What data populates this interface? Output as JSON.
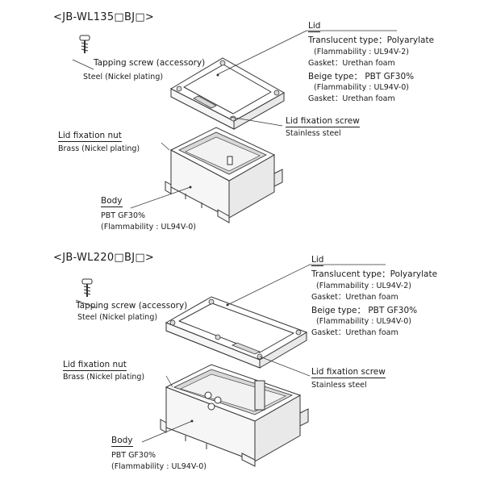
{
  "sections": [
    {
      "title": "<JB-WL135□BJ□>",
      "lid": "Lid",
      "lid_translucent": "Translucent type：Polyarylate",
      "lid_translucent_flam": "(Flammability : UL94V-2)",
      "lid_translucent_gasket": "Gasket：Urethan foam",
      "lid_beige": "Beige type： PBT GF30%",
      "lid_beige_flam": "(Flammability : UL94V-0)",
      "lid_beige_gasket": "Gasket：Urethan foam",
      "tapping_screw": "Tapping screw (accessory)",
      "tapping_screw_mat": "Steel (Nickel plating)",
      "lid_fix_screw": "Lid fixation screw",
      "lid_fix_screw_mat": "Stainless steel",
      "lid_fix_nut": "Lid fixation nut",
      "lid_fix_nut_mat": "Brass (Nickel plating)",
      "body": "Body",
      "body_mat": "PBT GF30%",
      "body_flam": "(Flammability : UL94V-0)"
    },
    {
      "title": "<JB-WL220□BJ□>",
      "lid": "Lid",
      "lid_translucent": "Translucent type：Polyarylate",
      "lid_translucent_flam": "(Flammability : UL94V-2)",
      "lid_translucent_gasket": "Gasket：Urethan foam",
      "lid_beige": "Beige type： PBT GF30%",
      "lid_beige_flam": "(Flammability : UL94V-0)",
      "lid_beige_gasket": "Gasket：Urethan foam",
      "tapping_screw": "Tapping screw (accessory)",
      "tapping_screw_mat": "Steel (Nickel plating)",
      "lid_fix_screw": "Lid fixation screw",
      "lid_fix_screw_mat": "Stainless steel",
      "lid_fix_nut": "Lid fixation nut",
      "lid_fix_nut_mat": "Brass (Nickel plating)",
      "body": "Body",
      "body_mat": "PBT GF30%",
      "body_flam": "(Flammability : UL94V-0)"
    }
  ]
}
